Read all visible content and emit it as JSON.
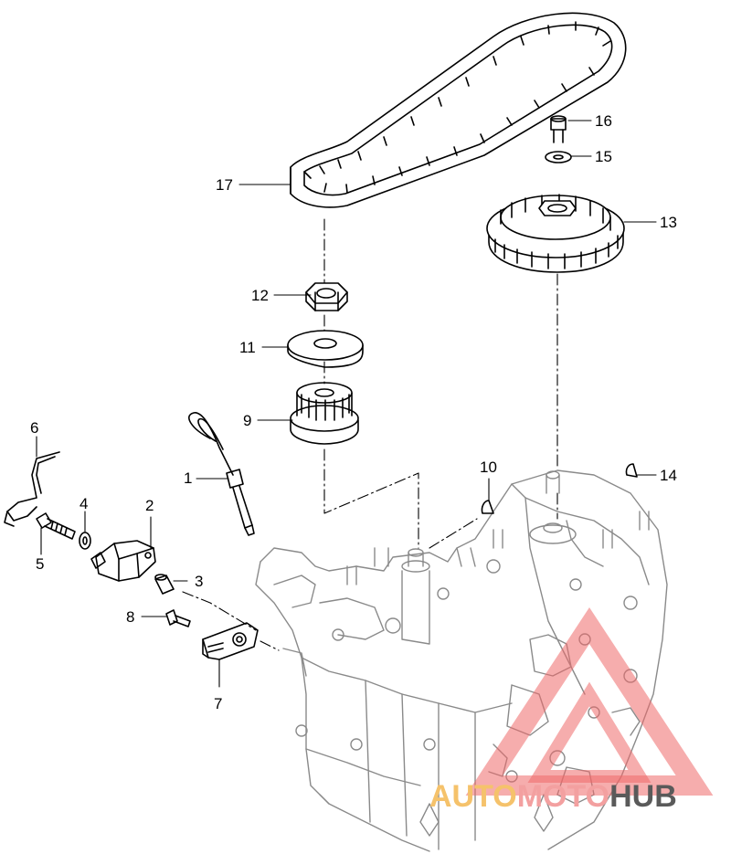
{
  "callouts": {
    "c1": "1",
    "c2": "2",
    "c3": "3",
    "c4": "4",
    "c5": "5",
    "c6": "6",
    "c7": "7",
    "c8": "8",
    "c9": "9",
    "c10": "10",
    "c11": "11",
    "c12": "12",
    "c13": "13",
    "c14": "14",
    "c15": "15",
    "c16": "16",
    "c17": "17"
  },
  "watermark": {
    "part1": "AUTO",
    "part2": "MOTO",
    "part3": "HUB",
    "colors": {
      "part1": "#f5c26b",
      "part2": "#f3a0a0",
      "part3": "#5a5a5a",
      "triangle": "#ee6a6a"
    }
  }
}
